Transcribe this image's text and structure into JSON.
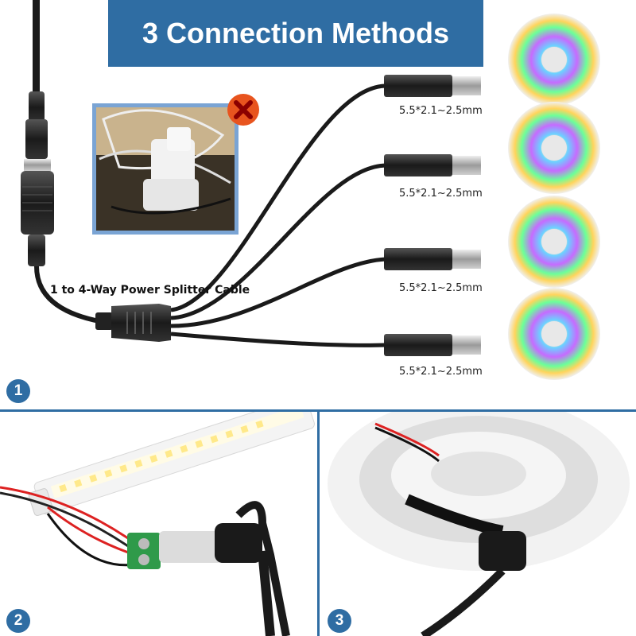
{
  "title": "3 Connection Methods",
  "splitter_label": "1 to 4-Way Power Splitter Cable",
  "connectors": [
    {
      "size": "5.5*2.1~2.5mm"
    },
    {
      "size": "5.5*2.1~2.5mm"
    },
    {
      "size": "5.5*2.1~2.5mm"
    },
    {
      "size": "5.5*2.1~2.5mm"
    }
  ],
  "methods": [
    {
      "number": "1"
    },
    {
      "number": "2"
    },
    {
      "number": "3"
    }
  ],
  "icons": {
    "reject": "x-icon"
  },
  "colors": {
    "accent": "#2f6da3",
    "reject": "#e8541e",
    "cable": "#1a1a1a"
  }
}
